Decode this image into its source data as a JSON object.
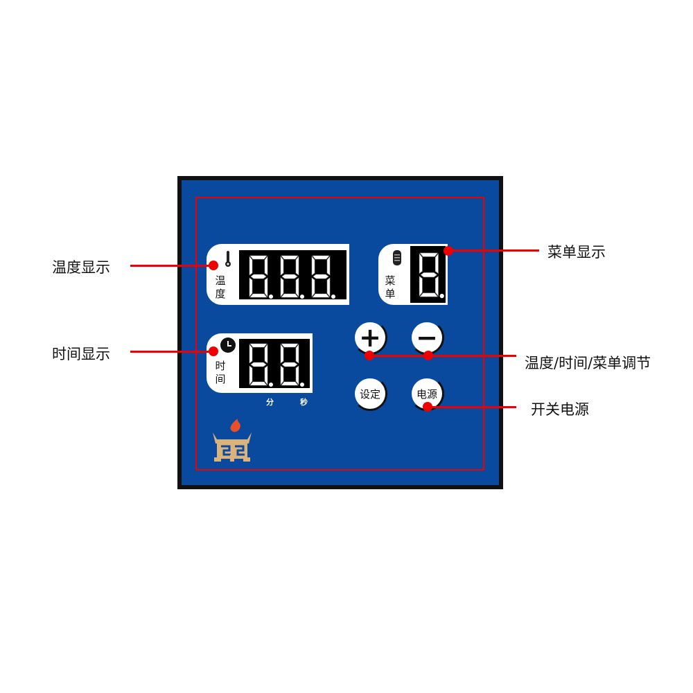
{
  "callouts": {
    "temperature": "温度显示",
    "menu": "菜单显示",
    "time": "时间显示",
    "adjust": "温度/时间/菜单调节",
    "power": "开关电源"
  },
  "panel": {
    "temperature": {
      "label": "温度",
      "value": "888"
    },
    "menu": {
      "label": "菜单",
      "value": "8"
    },
    "time": {
      "label": "时间",
      "value": "88",
      "unit_min": "分",
      "unit_sec": "秒"
    },
    "buttons": {
      "plus": "+",
      "minus": "−",
      "set": "设定",
      "power": "电源"
    }
  },
  "colors": {
    "panel": "#0a4a9e",
    "callout": "#e00000",
    "segment": "#ffffff"
  }
}
